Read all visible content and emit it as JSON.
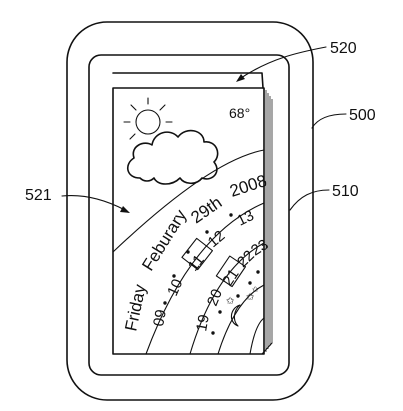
{
  "labels": {
    "device": "500",
    "display": "510",
    "page_stack": "520",
    "calendar_ui": "521"
  },
  "weather": {
    "temperature": "68°"
  },
  "calendar": {
    "weekday": "Friday",
    "month": "Feburary",
    "day": "29th",
    "year": "2008",
    "ring1": [
      "09",
      "10",
      "11",
      "12",
      "13"
    ],
    "ring2": [
      "19",
      "20",
      "21",
      "22",
      "23"
    ],
    "boxed_ring1": "11",
    "boxed_ring2": "21"
  }
}
